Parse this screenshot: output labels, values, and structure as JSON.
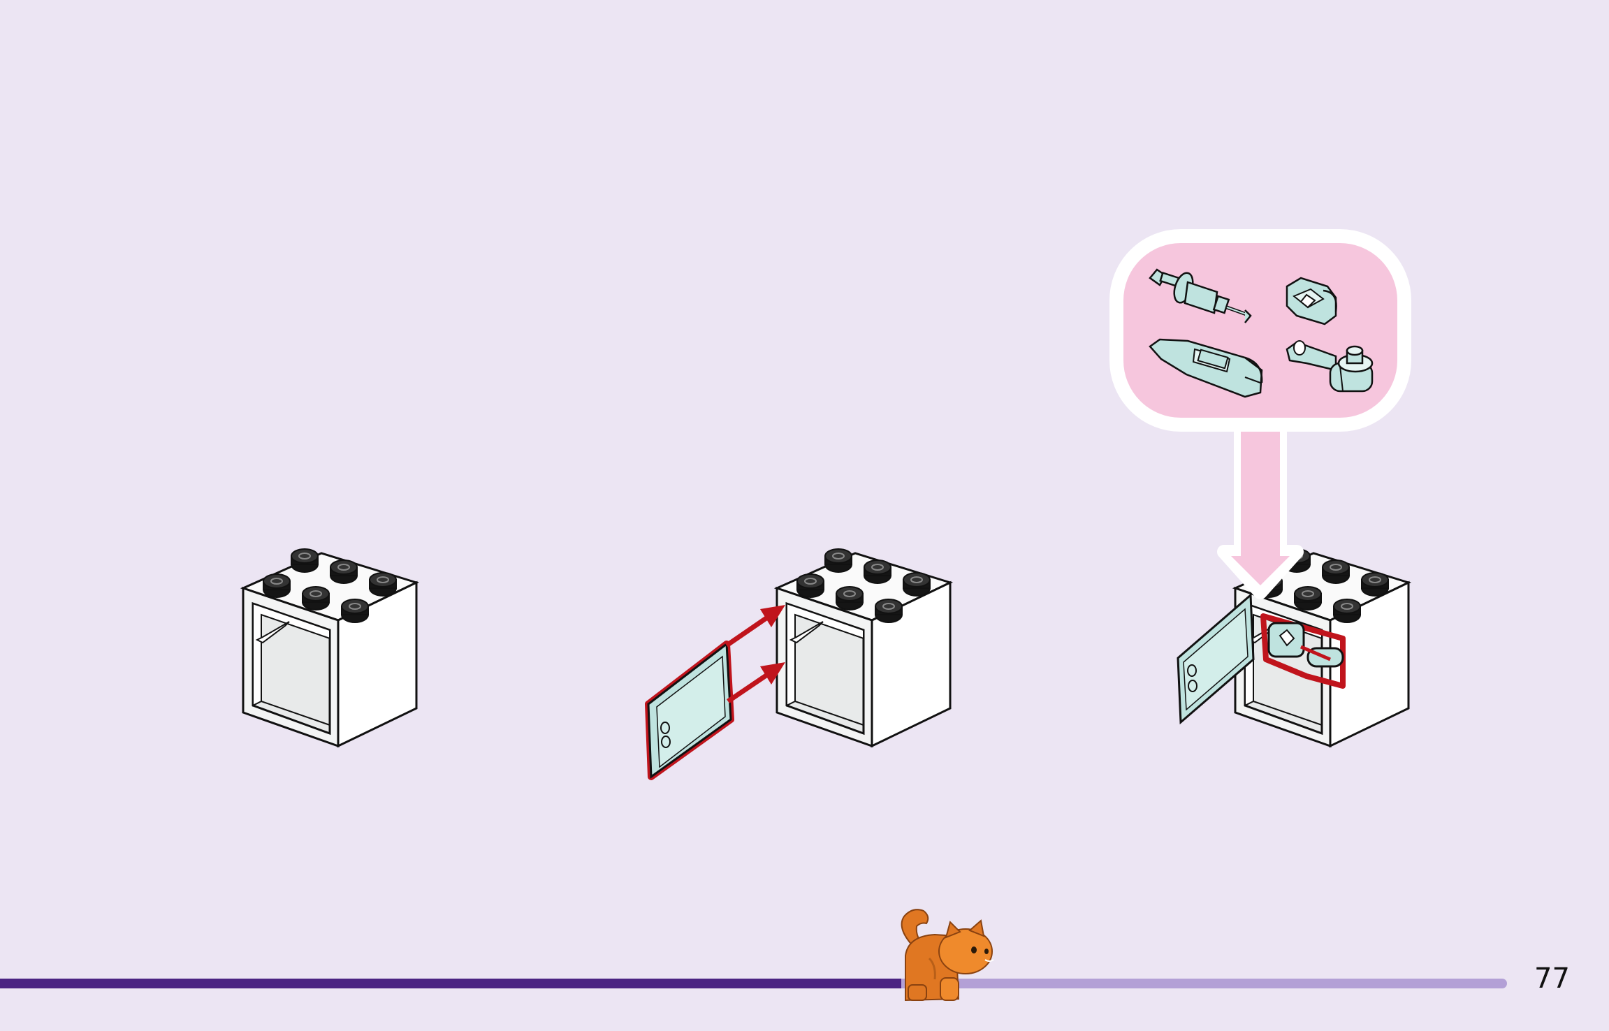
{
  "page": {
    "number": "77",
    "background": "#ece5f3"
  },
  "progress": {
    "fraction": 0.6,
    "done_color": "#4b2382",
    "remaining_color": "#b3a0d6"
  },
  "colors": {
    "callout_fill": "#f6c6dd",
    "callout_border": "#ffffff",
    "highlight": "#c0141c",
    "transparent_part": "#bfe3df",
    "brick_white": "#ffffff",
    "outline": "#111111",
    "cat_orange": "#e07722"
  },
  "steps": [
    {
      "name": "step-1",
      "icon": "cupboard-brick-icon"
    },
    {
      "name": "step-2",
      "icon": "cupboard-door-attach-icon"
    },
    {
      "name": "step-3",
      "icon": "cupboard-filled-icon"
    }
  ],
  "callout_parts": [
    {
      "icon": "syringe-part-icon"
    },
    {
      "icon": "clip-part-icon"
    },
    {
      "icon": "thermometer-part-icon"
    },
    {
      "icon": "stethoscope-part-icon"
    }
  ],
  "mascot": {
    "icon": "orange-kitten-icon"
  }
}
